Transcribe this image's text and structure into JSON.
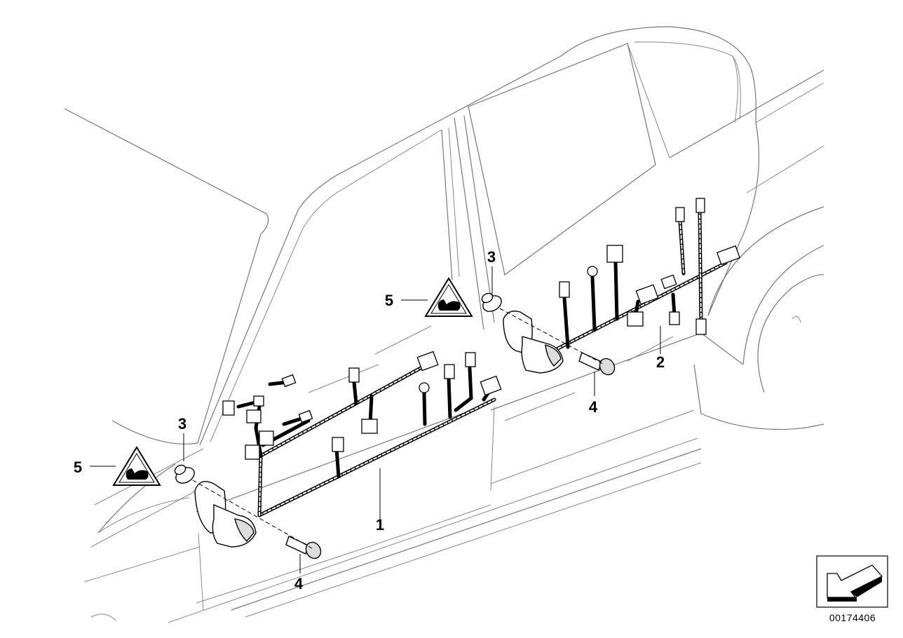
{
  "callouts": {
    "wiring_harness_front": "1",
    "wiring_harness_rear": "2",
    "grommet_front": "3",
    "grommet_rear": "3",
    "screw_front": "4",
    "screw_rear": "4",
    "warning_label_front": "5",
    "warning_label_rear": "5"
  },
  "image_code": "00174406",
  "icons": {
    "warning_label": "airbag-warning-triangle-icon",
    "orientation": "direction-arrow-icon"
  }
}
